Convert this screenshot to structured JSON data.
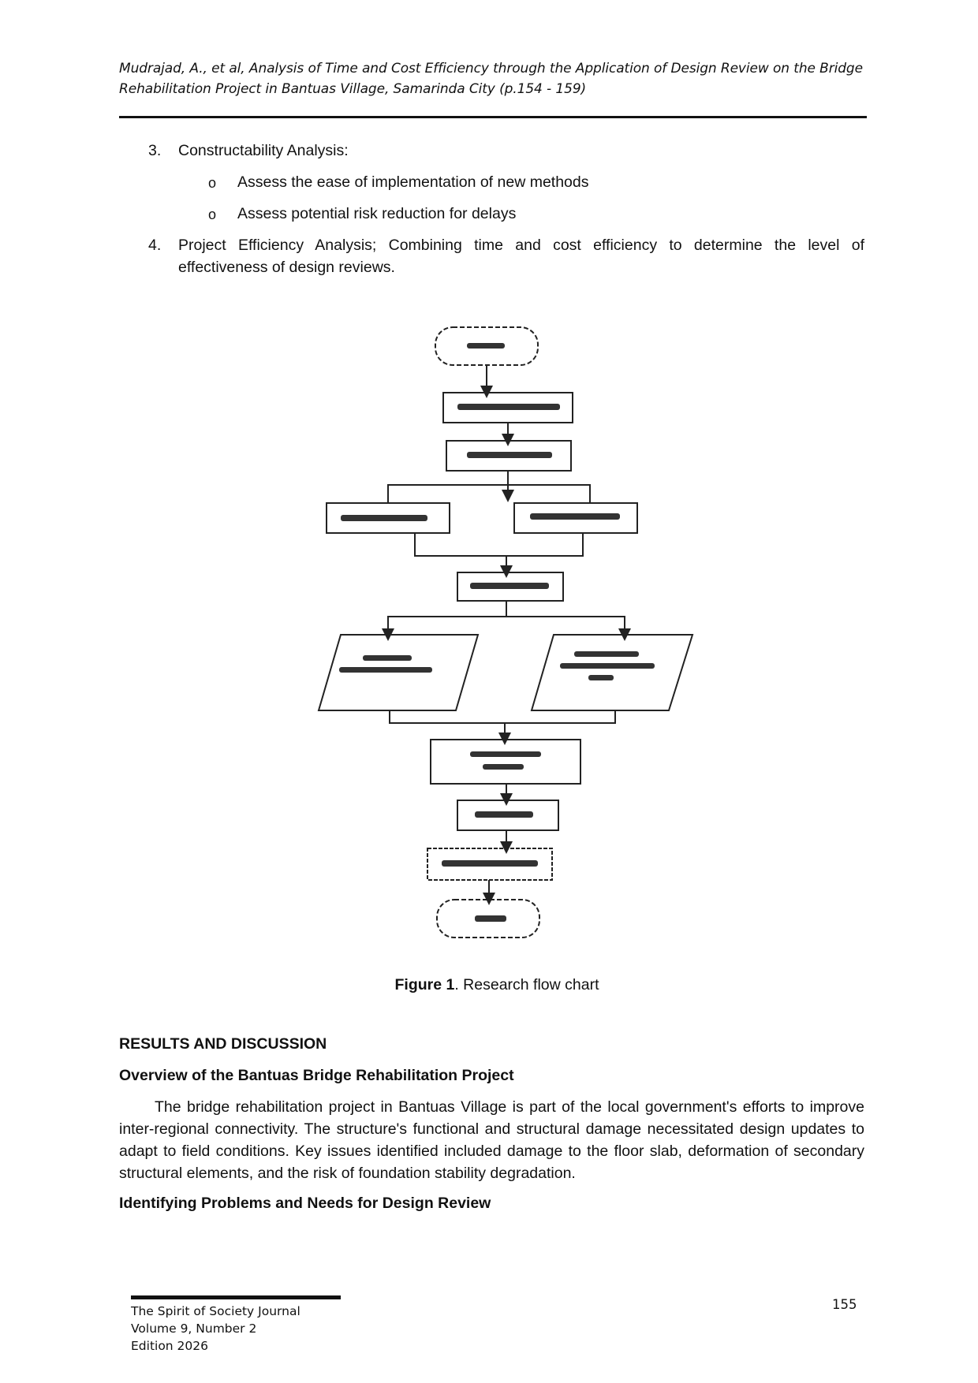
{
  "running_header": {
    "line1": "Mudrajad, A., et al, Analysis of Time and Cost Efficiency through the Application of Design Review on the Bridge",
    "line2": "Rehabilitation Project in Bantuas Village, Samarinda City (p.154 - 159)"
  },
  "method_list": {
    "item3": {
      "number": "3.",
      "text": "Constructability Analysis:",
      "bullet_glyph": "o",
      "bullets": [
        "Assess the ease of implementation of new methods",
        "Assess potential risk reduction for delays"
      ]
    },
    "item4": {
      "number": "4.",
      "text": "Project Efficiency Analysis; Combining time and cost efficiency to determine the level of effectiveness of design reviews."
    }
  },
  "figure": {
    "caption_label": "Figure 1",
    "caption_text": ". Research flow chart"
  },
  "results": {
    "heading": "RESULTS AND DISCUSSION",
    "subheading1": "Overview of the Bantuas Bridge Rehabilitation Project",
    "paragraph1": "The bridge rehabilitation project in Bantuas Village is part of the local government's efforts to improve inter-regional connectivity. The structure's functional and structural damage necessitated design updates to adapt to field conditions. Key issues identified included damage to the floor slab, deformation of secondary structural elements, and the risk of foundation stability degradation.",
    "subheading2": "Identifying Problems and Needs for Design Review"
  },
  "footer": {
    "journal": "The Spirit of Society Journal",
    "volume": "Volume 9, Number 2",
    "edition": "Edition 2026",
    "page_number": "155"
  }
}
